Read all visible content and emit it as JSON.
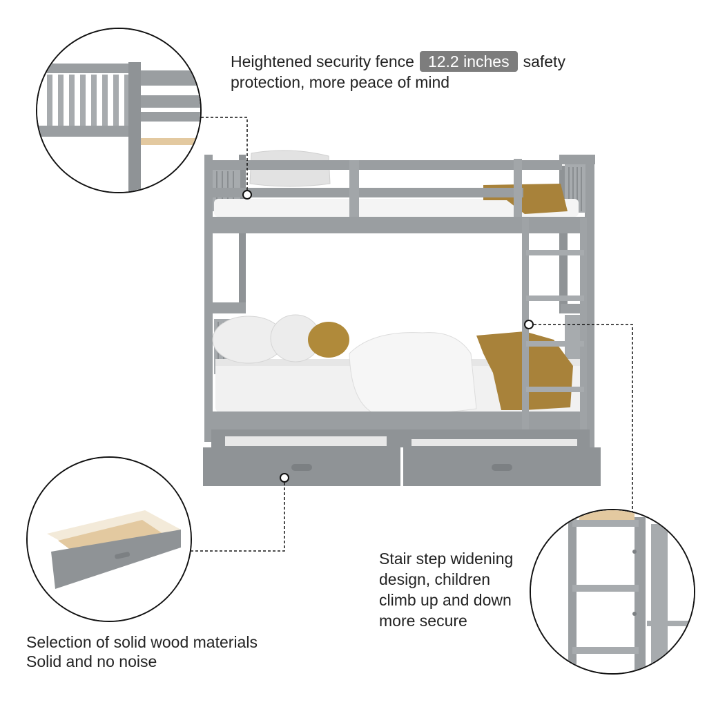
{
  "callouts": {
    "top": {
      "text_before": "Heightened security fence",
      "badge": "12.2 inches",
      "text_after": "safety",
      "line2": "protection, more peace of mind"
    },
    "right": {
      "lines": [
        "Stair step widening",
        "design, children",
        "climb up and down",
        "more secure"
      ]
    },
    "left": {
      "lines": [
        "Selection of solid wood materials",
        "Solid and no noise"
      ]
    }
  },
  "colors": {
    "frame": "#9a9ea1",
    "frame_dark": "#868a8d",
    "bedding": "#f4f4f4",
    "blanket": "#a8823a",
    "pillow_accent": "#b08a3a",
    "wood": "#e3c9a0",
    "badge": "#7d7d7d"
  }
}
